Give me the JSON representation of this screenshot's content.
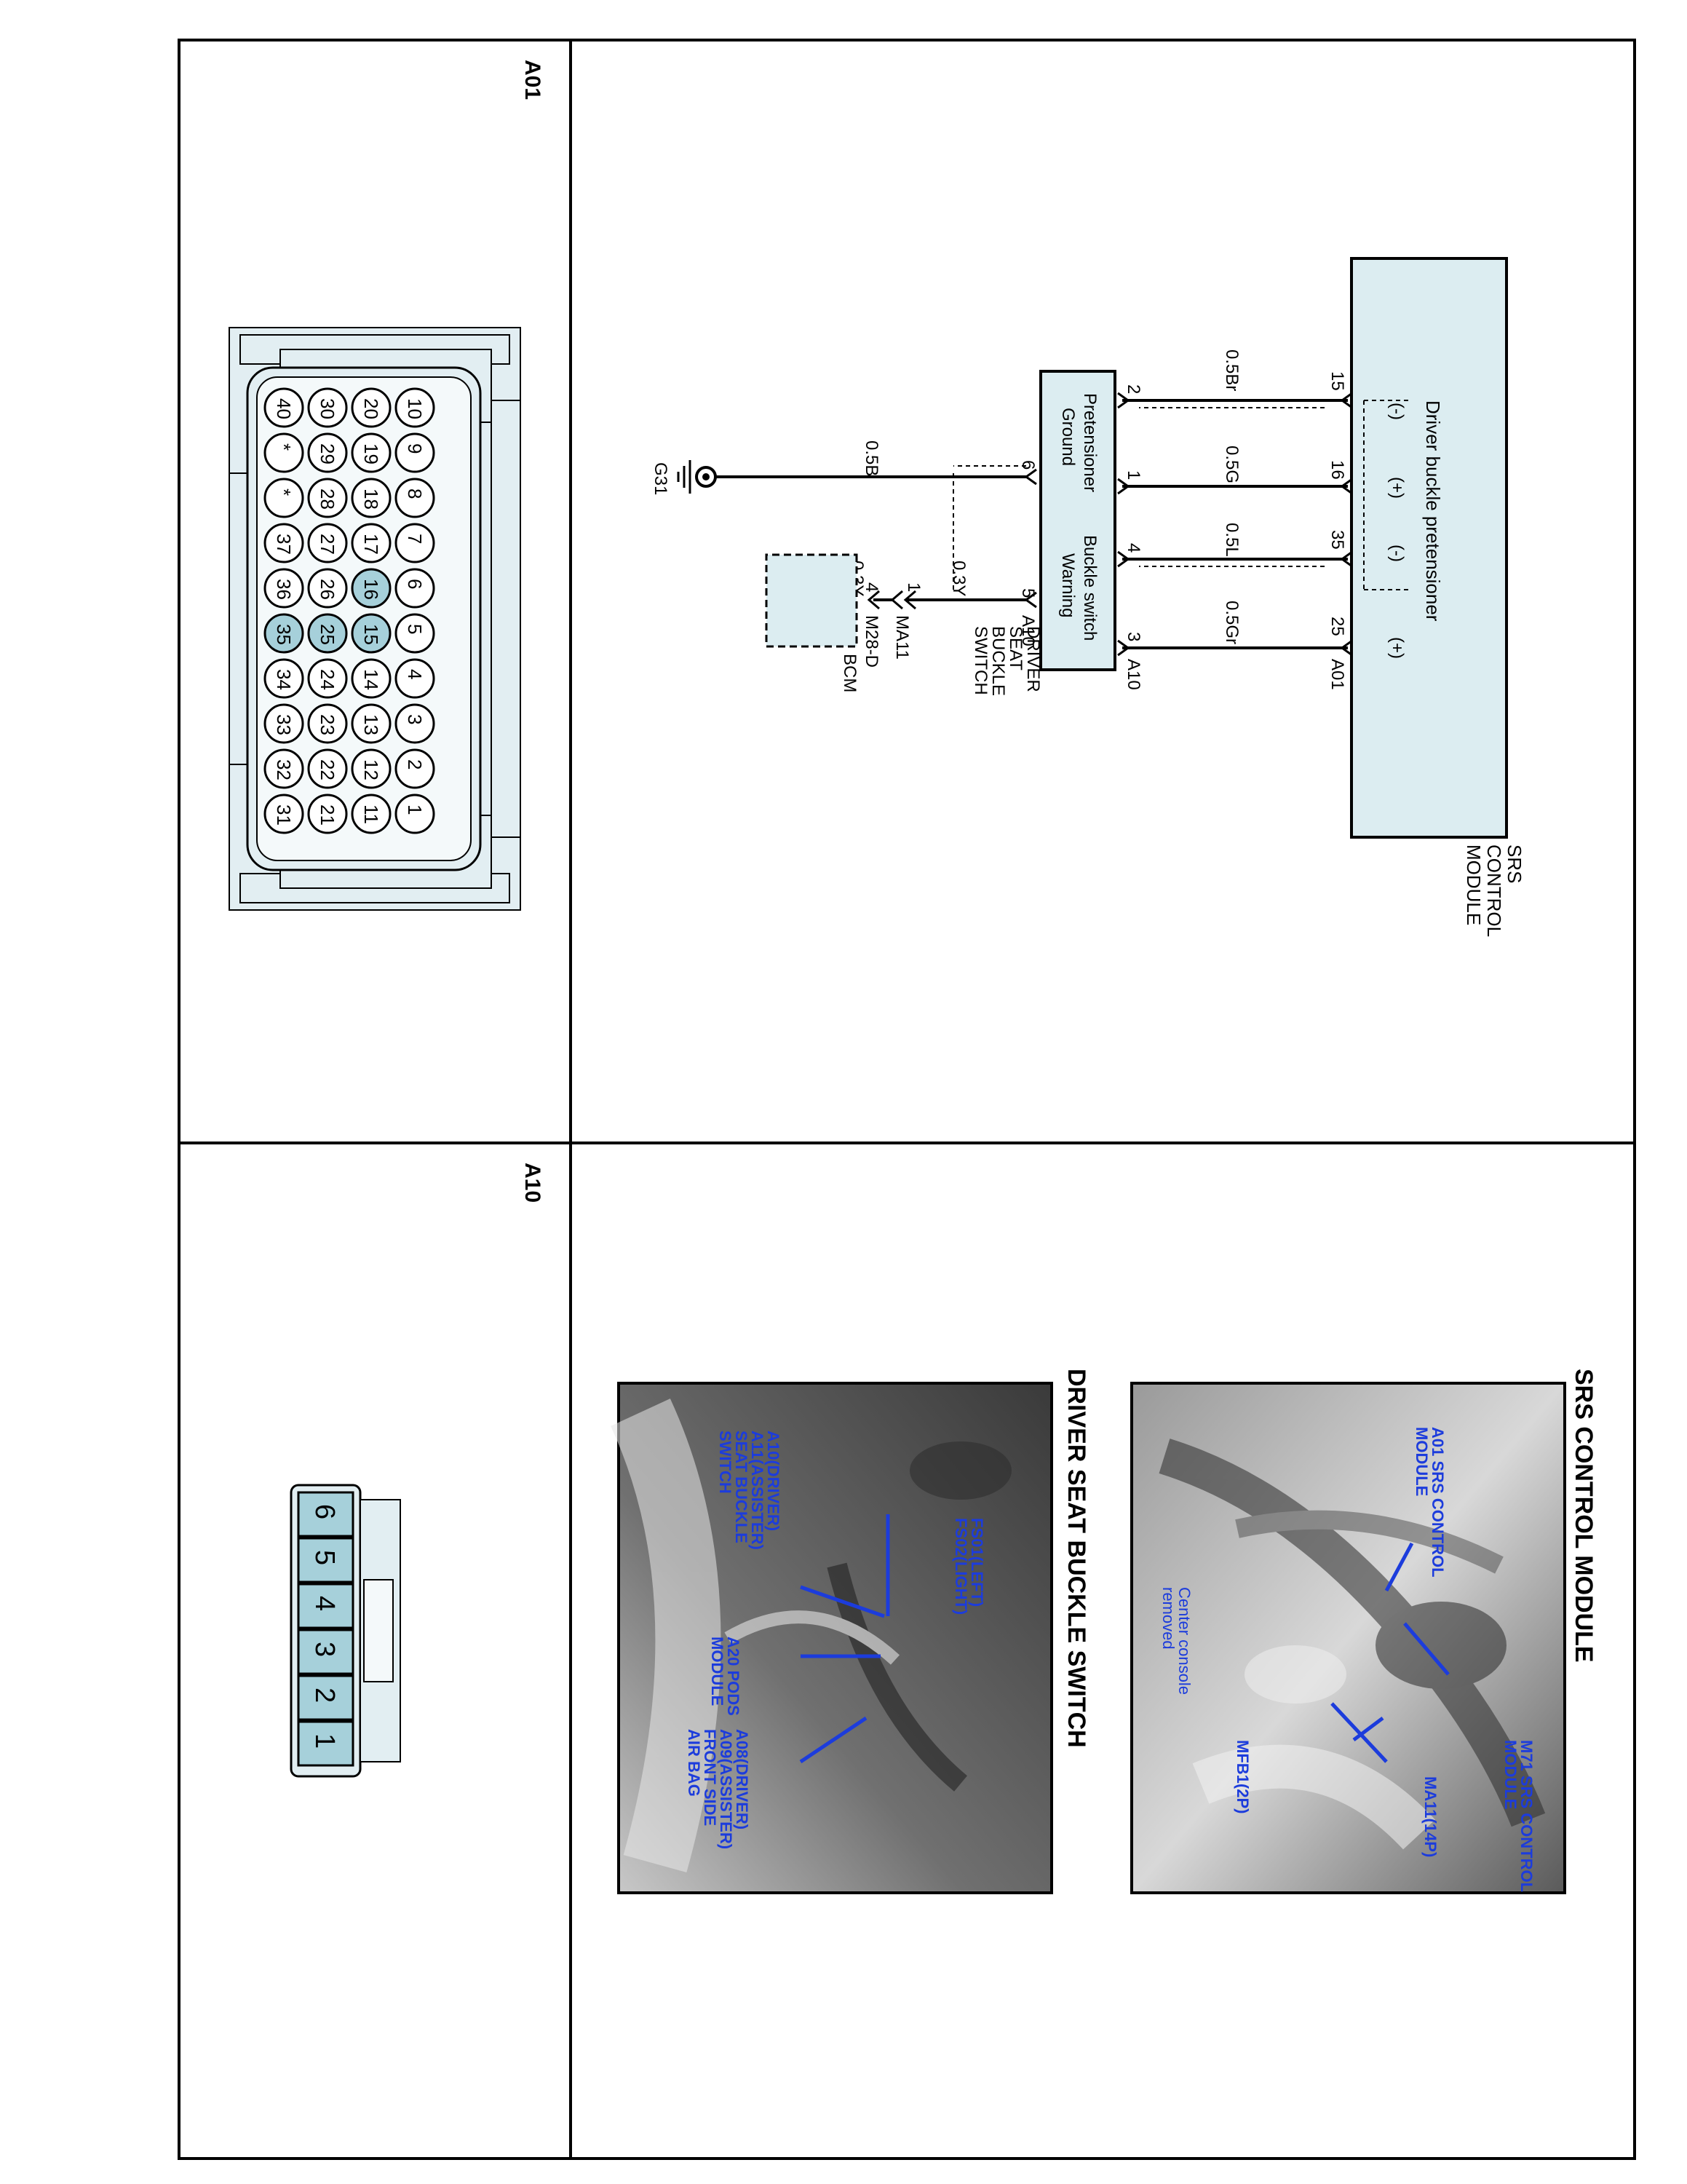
{
  "colors": {
    "pin_fill": "#d2e8ee",
    "pin_highlight": "#a6d0da",
    "module_fill": "#dcedf1",
    "label_blue": "#1c3cdc",
    "photo_dark": "#3c3c3c",
    "photo_light": "#bcbcbc",
    "line": "#000000"
  },
  "panels": {
    "a01_title": "A01",
    "a10_title": "A10"
  },
  "schematic": {
    "srs_module_label": [
      "SRS",
      "CONTROL",
      "MODULE"
    ],
    "pretensioner_title": "Driver buckle pretensioner",
    "srs_connector": "A01",
    "srs_pins": [
      {
        "pin": "15",
        "polarity": "(-)"
      },
      {
        "pin": "16",
        "polarity": "(+)"
      },
      {
        "pin": "35",
        "polarity": "(-)"
      },
      {
        "pin": "25",
        "polarity": "(+)"
      }
    ],
    "wires": [
      "0.5Br",
      "0.5G",
      "0.5L",
      "0.5Gr"
    ],
    "switch_label": [
      "DRIVER",
      "SEAT",
      "BUCKLE",
      "SWITCH"
    ],
    "switch_connector": "A10",
    "switch_pins_top": [
      "2",
      "1",
      "4",
      "3"
    ],
    "switch_pins_bottom": [
      "6",
      "5"
    ],
    "switch_pins_bottom_connector": "A10",
    "pretensioner_ground_label": [
      "Pretensioner",
      "Ground"
    ],
    "buckle_warning_label": [
      "Buckle switch",
      "Warning"
    ],
    "ground_wire": "0.5B",
    "ground_id": "G31",
    "warning_wire_1": "0.3Y",
    "inline_connector": "MA11",
    "inline_pin": "1",
    "warning_wire_2": "0.3Y",
    "bcm_connector": "M28-D",
    "bcm_pin": "4",
    "bcm_label": "BCM"
  },
  "a01_connector": {
    "rows": [
      [
        "10",
        "9",
        "8",
        "7",
        "6",
        "5",
        "4",
        "3",
        "2",
        "1"
      ],
      [
        "20",
        "19",
        "18",
        "17",
        "16",
        "15",
        "14",
        "13",
        "12",
        "11"
      ],
      [
        "30",
        "29",
        "28",
        "27",
        "26",
        "25",
        "24",
        "23",
        "22",
        "21"
      ],
      [
        "40",
        "*",
        "*",
        "37",
        "36",
        "35",
        "34",
        "33",
        "32",
        "31"
      ]
    ],
    "highlighted": [
      "16",
      "15",
      "25",
      "35"
    ]
  },
  "a10_connector": {
    "pins": [
      "6",
      "5",
      "4",
      "3",
      "2",
      "1"
    ]
  },
  "photos": {
    "srs_title": "SRS CONTROL MODULE",
    "srs_labels": {
      "a01": [
        "A01 SRS CONTROL",
        "MODULE"
      ],
      "m71": [
        "M71 SRS CONTROL",
        "MODULE"
      ],
      "console": [
        "Center console",
        "removed"
      ],
      "mfb1": "MFB1(2P)",
      "ma11": "MA11(14P)"
    },
    "buckle_title": "DRIVER SEAT BUCKLE SWITCH",
    "buckle_labels": {
      "a10": [
        "A10(DRIVER)",
        "A11(ASSISTER)",
        "SEAT BUCKLE",
        "SWITCH"
      ],
      "fs01": [
        "FS01(LEFT)",
        "FS02(LIGHT)"
      ],
      "a20": [
        "A20 PODS",
        "MODULE"
      ],
      "a08": [
        "A08(DRIVER)",
        "A09(ASSISTER)",
        "FRONT SIDE",
        "AIR BAG"
      ]
    }
  }
}
